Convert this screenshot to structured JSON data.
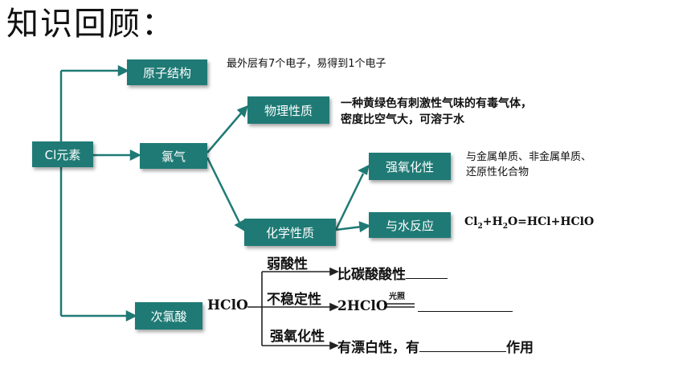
{
  "title": "知识回顾：",
  "colors": {
    "box": "#1f7a75",
    "line": "#1f7a75"
  },
  "boxes": {
    "cl": "Cl元素",
    "structure": "原子结构",
    "chlorine": "氯气",
    "physical": "物理性质",
    "chemical": "化学性质",
    "oxidizing": "强氧化性",
    "water": "与水反应",
    "hclo_box": "次氯酸"
  },
  "notes": {
    "structure": "最外层有7个电子，易得到1个电子",
    "physical_1": "一种黄绿色有刺激性气味的有毒气体，",
    "physical_2": "密度比空气大，可溶于水",
    "oxidizing_1": "与金属单质、非金属单质、",
    "oxidizing_2": "还原性化合物",
    "water_eq_a": "Cl",
    "water_eq_sub1": "2",
    "water_eq_b": "+H",
    "water_eq_sub2": "2",
    "water_eq_c": "O=HCl+HClO"
  },
  "hclo": {
    "formula": "HClO",
    "weak_acid": "弱酸性",
    "weak_acid_text": "比碳酸酸性",
    "unstable": "不稳定性",
    "unstable_formula": "2HClO",
    "light": "光照",
    "oxidizing": "强氧化性",
    "bleach_1": "有漂白性，有",
    "bleach_2": "作用"
  }
}
